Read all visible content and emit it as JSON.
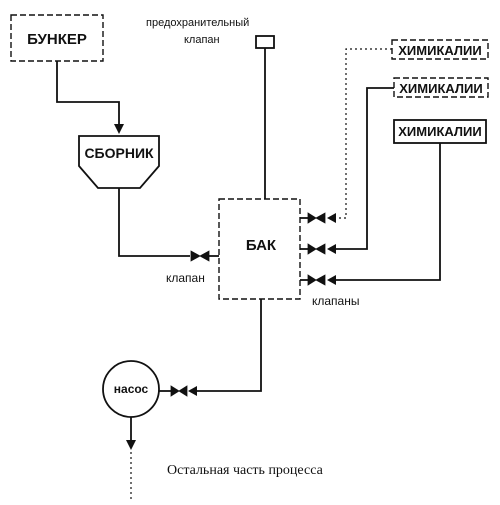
{
  "diagram": {
    "nodes": {
      "bunker": "БУНКЕР",
      "collector": "СБОРНИК",
      "tank": "БАК",
      "chem1": "ХИМИКАЛИИ",
      "chem2": "ХИМИКАЛИИ",
      "chem3": "ХИМИКАЛИИ",
      "pump": "насос"
    },
    "labels": {
      "safety_valve_line1": "предохранительный",
      "safety_valve_line2": "клапан",
      "valve": "клапан",
      "valves": "клапаны",
      "rest_of_process": "Остальная часть процесса"
    }
  }
}
